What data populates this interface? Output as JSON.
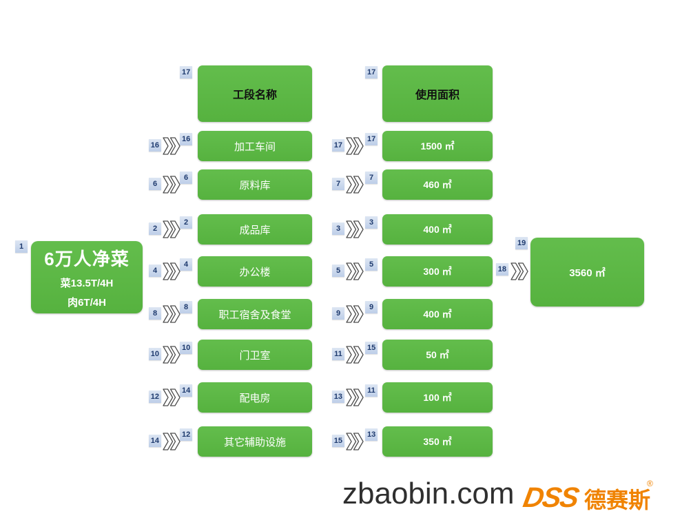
{
  "source_box": {
    "badge": "1",
    "title": "6万人净菜",
    "line1": "菜13.5T/4H",
    "line2": "肉6T/4H"
  },
  "columns": [
    {
      "header": "工段名称",
      "header_badge": "17",
      "rows": [
        {
          "outer_badge": "16",
          "corner_badge": "16",
          "label": "加工车间"
        },
        {
          "outer_badge": "6",
          "corner_badge": "6",
          "label": "原料库"
        },
        {
          "outer_badge": "2",
          "corner_badge": "2",
          "label": "成品库"
        },
        {
          "outer_badge": "4",
          "corner_badge": "4",
          "label": "办公楼"
        },
        {
          "outer_badge": "8",
          "corner_badge": "8",
          "label": "职工宿舍及食堂"
        },
        {
          "outer_badge": "10",
          "corner_badge": "10",
          "label": "门卫室"
        },
        {
          "outer_badge": "12",
          "corner_badge": "14",
          "label": "配电房"
        },
        {
          "outer_badge": "14",
          "corner_badge": "12",
          "label": "其它辅助设施"
        }
      ]
    },
    {
      "header": "使用面积",
      "header_badge": "17",
      "rows": [
        {
          "outer_badge": "17",
          "corner_badge": "17",
          "label": "1500 ㎡"
        },
        {
          "outer_badge": "7",
          "corner_badge": "7",
          "label": "460 ㎡"
        },
        {
          "outer_badge": "3",
          "corner_badge": "3",
          "label": "400 ㎡"
        },
        {
          "outer_badge": "5",
          "corner_badge": "5",
          "label": "300 ㎡"
        },
        {
          "outer_badge": "9",
          "corner_badge": "9",
          "label": "400 ㎡"
        },
        {
          "outer_badge": "11",
          "corner_badge": "15",
          "label": "50 ㎡"
        },
        {
          "outer_badge": "13",
          "corner_badge": "11",
          "label": "100 ㎡"
        },
        {
          "outer_badge": "15",
          "corner_badge": "13",
          "label": "350 ㎡"
        }
      ]
    }
  ],
  "total_box": {
    "corner_badge": "19",
    "outer_badge": "18",
    "label": "3560 ㎡"
  },
  "footer": {
    "watermark": "zbaobin.com",
    "logo_mark": "DSS",
    "logo_name": "德赛斯",
    "registered": "®"
  },
  "colors": {
    "box_green": "#5bb646",
    "badge_bg": "#c9d7ec",
    "badge_text": "#1e3a6e",
    "logo_orange": "#f08300",
    "watermark_gray": "#2f2f2f"
  }
}
